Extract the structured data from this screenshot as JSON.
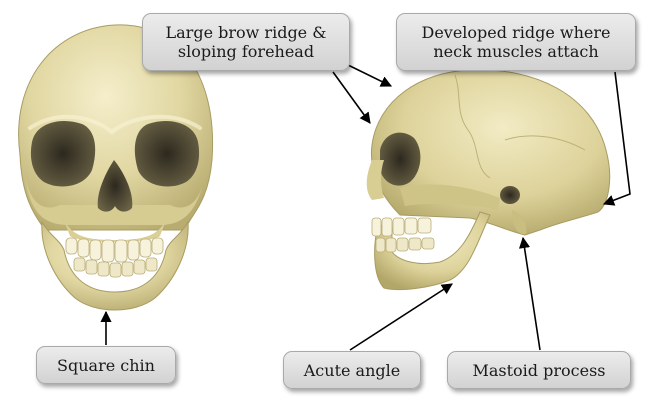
{
  "labels": {
    "brow": "Large brow ridge & sloping forehead",
    "neck": "Developed ridge where neck muscles attach",
    "chin": "Square chin",
    "angle": "Acute angle",
    "mastoid": "Mastoid process"
  },
  "colors": {
    "bone": "#e4dba6",
    "bone_shadow": "#b9ad72",
    "socket": "#3e3a2c",
    "arrow": "#000000"
  }
}
